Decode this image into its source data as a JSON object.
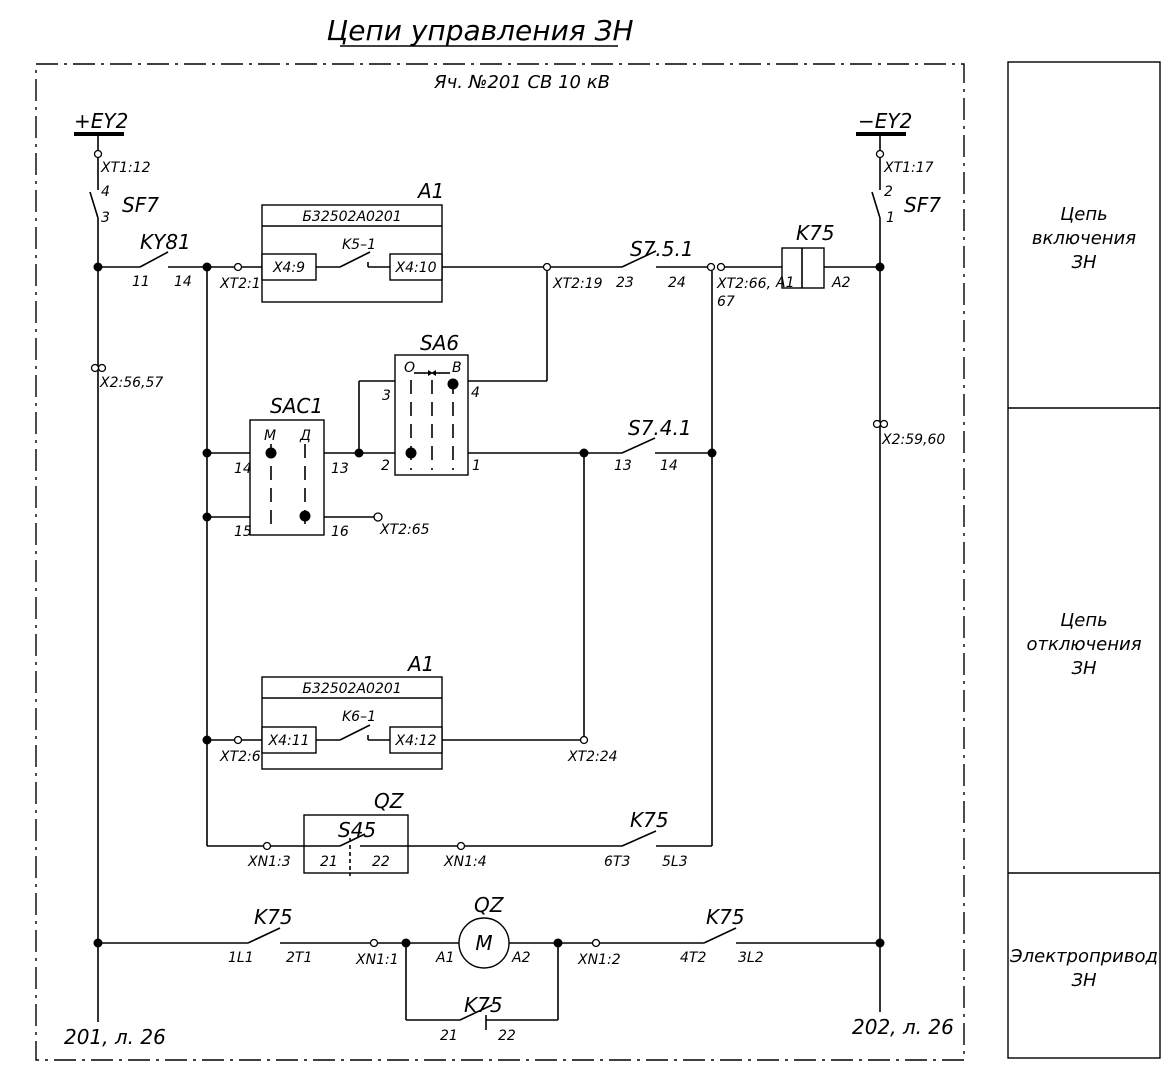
{
  "title": "Цепи управления ЗН",
  "cell_label": "Яч. №201 СВ 10 кВ",
  "bus_left": "+EY2",
  "bus_right": "−EY2",
  "sf7": {
    "name": "SF7",
    "xt_left": "XT1:12",
    "pins_left": [
      "4",
      "3"
    ],
    "xt_right": "XT1:17",
    "pins_right": [
      "2",
      "1"
    ]
  },
  "ky81": {
    "name": "KY81",
    "pins": [
      "11",
      "14"
    ]
  },
  "a1_top": {
    "name": "A1",
    "code": "Б32502А0201",
    "contact": "K5–1",
    "pin_in": "X4:9",
    "pin_out": "X4:10",
    "xt_in": "XT2:1",
    "xt_out": "XT2:19"
  },
  "s7_5_1": {
    "name": "S7.5.1",
    "pins": [
      "23",
      "24"
    ]
  },
  "xt2_66": [
    "XT2:66,",
    "67"
  ],
  "k75_coil": {
    "name": "K75",
    "pins": [
      "A1",
      "A2"
    ]
  },
  "x2_56": "X2:56,57",
  "x2_59": "X2:59,60",
  "sa6": {
    "name": "SA6",
    "pos_o": "О",
    "pos_v": "В",
    "pins": [
      "3",
      "4",
      "2",
      "1"
    ]
  },
  "sac1": {
    "name": "SAC1",
    "pos_m": "М",
    "pos_d": "Д",
    "pins": [
      "14",
      "13",
      "15",
      "16"
    ],
    "xt": "XT2:65"
  },
  "s7_4_1": {
    "name": "S7.4.1",
    "pins": [
      "13",
      "14"
    ]
  },
  "a1_bottom": {
    "name": "A1",
    "code": "Б32502А0201",
    "contact": "K6–1",
    "pin_in": "X4:11",
    "pin_out": "X4:12",
    "xt_in": "XT2:6",
    "xt_out": "XT2:24"
  },
  "qz_s45": {
    "name": "QZ",
    "switch": "S45",
    "pins": [
      "21",
      "22"
    ],
    "xn_left": "XN1:3",
    "xn_right": "XN1:4"
  },
  "k75_mid": {
    "name": "K75",
    "pins": [
      "6T3",
      "5L3"
    ]
  },
  "motor_row": {
    "k75_left": {
      "name": "K75",
      "pins": [
        "1L1",
        "2T1"
      ]
    },
    "xn_left": "XN1:1",
    "motor": {
      "name": "QZ",
      "symbol": "М",
      "pins": [
        "A1",
        "A2"
      ]
    },
    "xn_right": "XN1:2",
    "k75_right": {
      "name": "K75",
      "pins": [
        "4T2",
        "3L2"
      ]
    },
    "k75_bypass": {
      "name": "K75",
      "pins": [
        "21",
        "22"
      ]
    }
  },
  "ref_left": "201, л. 26",
  "ref_right": "202, л. 26",
  "side_panel": {
    "close_circuit": [
      "Цепь",
      "включения",
      "ЗН"
    ],
    "open_circuit": [
      "Цепь",
      "отключения",
      "ЗН"
    ],
    "drive": [
      "Электропривод",
      "ЗН"
    ]
  }
}
